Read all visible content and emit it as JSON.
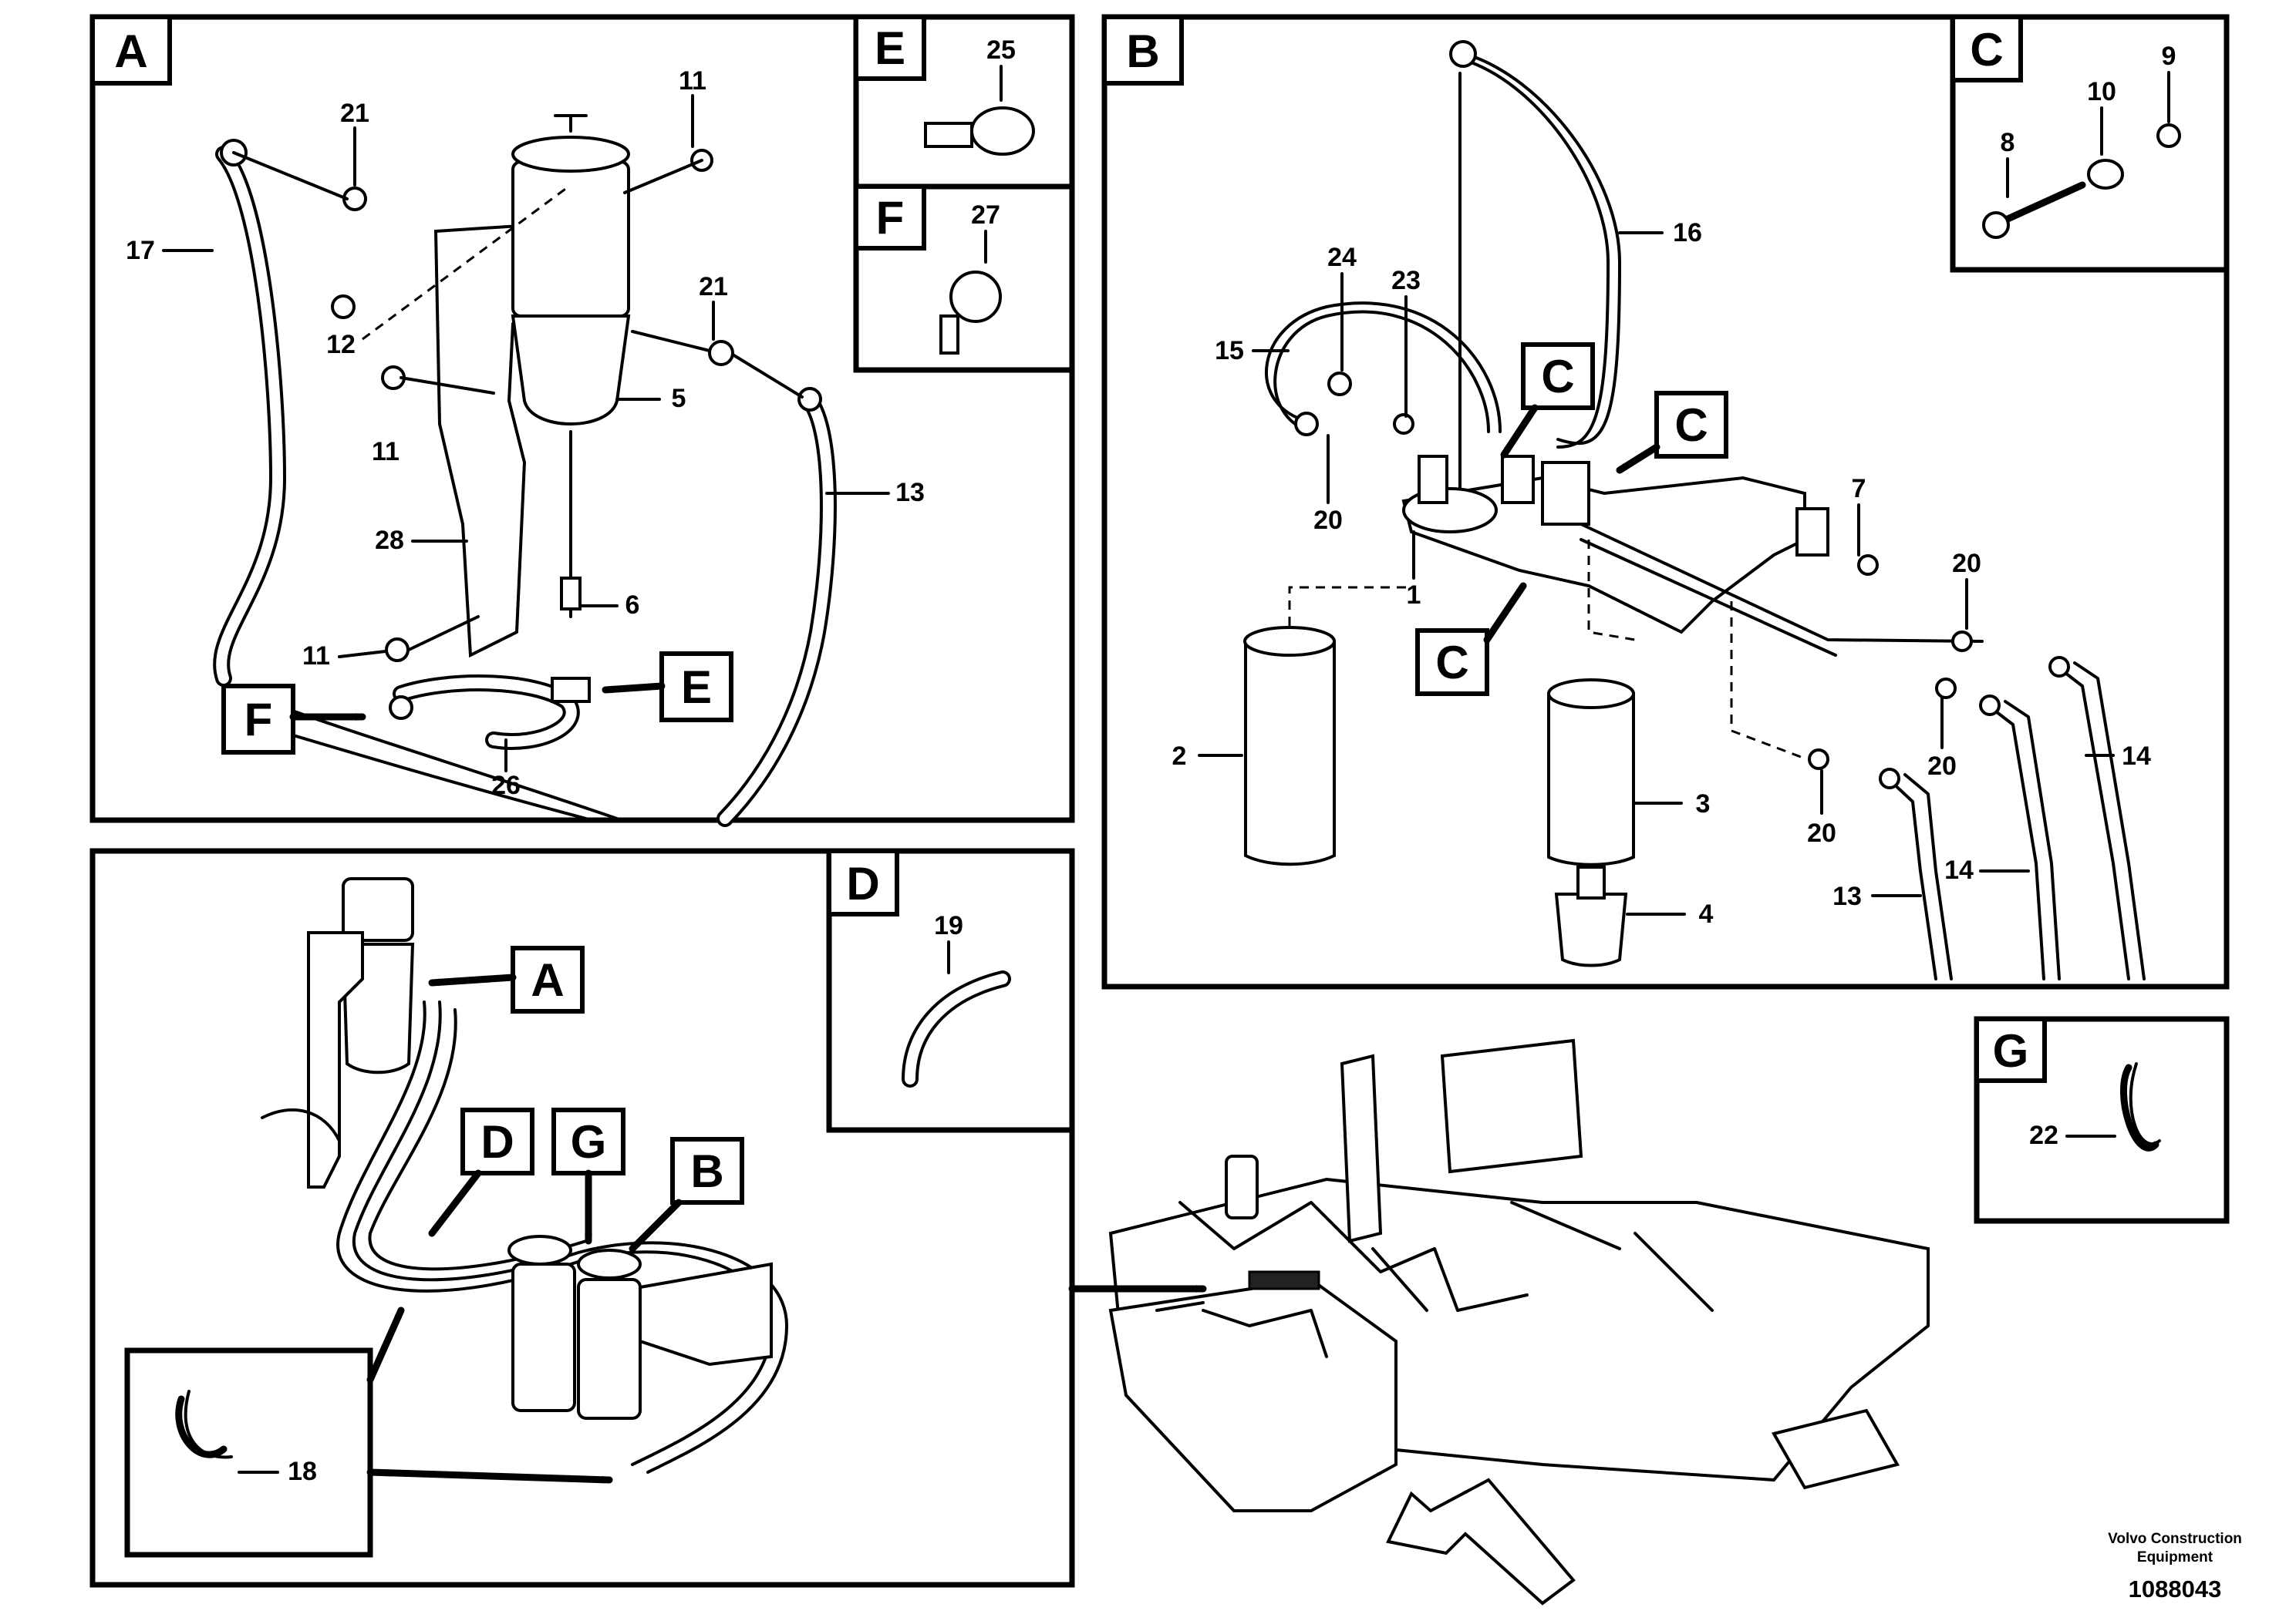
{
  "panels": {
    "a": {
      "label": "A"
    },
    "b": {
      "label": "B"
    },
    "c": {
      "label": "C"
    },
    "d": {
      "label": "D"
    },
    "e": {
      "label": "E"
    },
    "f": {
      "label": "F"
    },
    "g": {
      "label": "G"
    },
    "overview": {
      "label": ""
    }
  },
  "callouts": {
    "a_view": "A",
    "b_view": "B",
    "d_view": "D",
    "g_view": "G",
    "e_ref": "E",
    "f_ref": "F",
    "c_ref_1": "C",
    "c_ref_2": "C",
    "c_ref_3": "C"
  },
  "part_numbers": {
    "p1": "1",
    "p2": "2",
    "p3": "3",
    "p4": "4",
    "p5": "5",
    "p6": "6",
    "p7": "7",
    "p8": "8",
    "p9": "9",
    "p10": "10",
    "p11a": "11",
    "p11b": "11",
    "p11c": "11",
    "p12": "12",
    "p13a": "13",
    "p13b": "13",
    "p14a": "14",
    "p14b": "14",
    "p15": "15",
    "p16": "16",
    "p17": "17",
    "p18": "18",
    "p19": "19",
    "p20a": "20",
    "p20b": "20",
    "p20c": "20",
    "p20d": "20",
    "p21a": "21",
    "p21b": "21",
    "p22": "22",
    "p23": "23",
    "p24": "24",
    "p25": "25",
    "p26": "26",
    "p27": "27",
    "p28": "28"
  },
  "footer": {
    "company_line1": "Volvo Construction",
    "company_line2": "Equipment",
    "doc_number": "1088043"
  }
}
